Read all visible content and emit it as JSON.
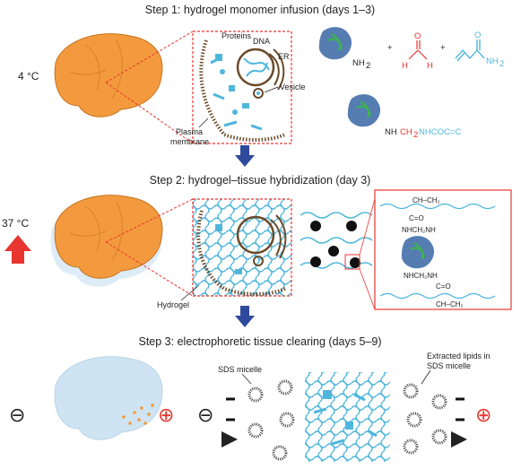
{
  "steps": [
    {
      "title": "Step 1: hydrogel monomer infusion (days 1–3)"
    },
    {
      "title": "Step 2: hydrogel–tissue hybridization (day 3)"
    },
    {
      "title": "Step 3: electrophoretic tissue clearing (days 5–9)"
    }
  ],
  "step1": {
    "temperature": "4 °C",
    "cell_labels": {
      "proteins": "Proteins",
      "dna": "DNA",
      "er": "ER",
      "vesicle": "Vesicle",
      "plasma": "Plasma",
      "membrane": "membrane"
    },
    "formula": {
      "nh2_protein": "NH",
      "sub2": "2",
      "plus1": "+",
      "plus2": "+",
      "formaldehyde_h_left": "H",
      "formaldehyde_h_right": "H",
      "formaldehyde_o": "O",
      "acrylamide_nh2": "NH",
      "product_nh": "NH",
      "product_ch2": "CH",
      "product_ch2_sub": "2",
      "product_rest": "NHCOC=C"
    }
  },
  "step2": {
    "temperature": "37 °C",
    "hydrogel_label": "Hydrogel",
    "inset": {
      "ch_top": "CH–CH₂",
      "c_eq_o_top": "C=O",
      "nh_ch2_nh": "NHCH₂NH",
      "nh_ch2_bottom": "NHCH₂NH",
      "c_eq_o_bottom": "C=O",
      "ch_bottom": "CH–CH₂"
    }
  },
  "step3": {
    "sds_label": "SDS micelle",
    "extracted_line1": "Extracted lipids in",
    "extracted_line2": "SDS micelle",
    "minus_symbol": "⊖",
    "plus_symbol": "⊕"
  },
  "colors": {
    "brain": "#f39a3e",
    "brain_dark": "#d9822a",
    "hydrogel": "#4fb6dc",
    "red": "#e8352f",
    "arrow_blue": "#2f4a9c",
    "cleared_brain": "#cfe4f2",
    "text": "#222222"
  }
}
